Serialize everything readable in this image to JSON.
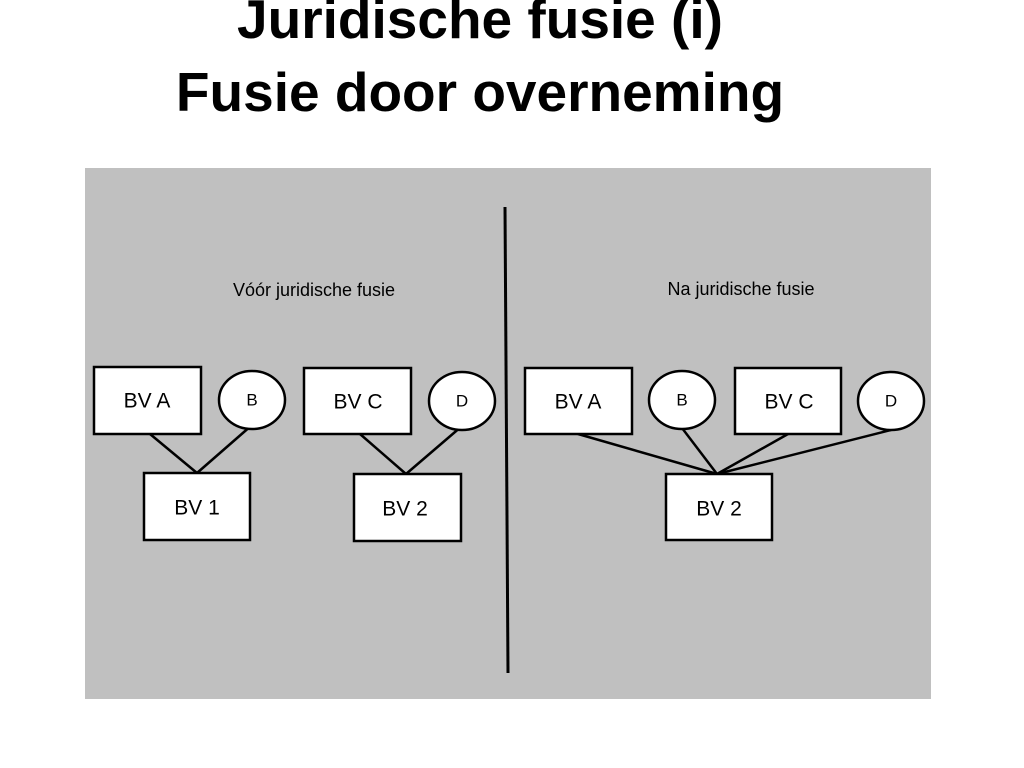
{
  "title": {
    "line1": "Juridische fusie (i)",
    "line2": "Fusie door overneming"
  },
  "colors": {
    "panel": "#c0c0c0",
    "node_fill": "#ffffff",
    "stroke": "#000000"
  },
  "before": {
    "caption": "Vóór juridische fusie",
    "nodes": {
      "bv_a": "BV A",
      "b": "B",
      "bv_c": "BV C",
      "d": "D",
      "bv_1": "BV 1",
      "bv_2": "BV 2"
    }
  },
  "after": {
    "caption": "Na juridische fusie",
    "nodes": {
      "bv_a": "BV A",
      "b": "B",
      "bv_c": "BV C",
      "d": "D",
      "bv_2": "BV 2"
    }
  }
}
